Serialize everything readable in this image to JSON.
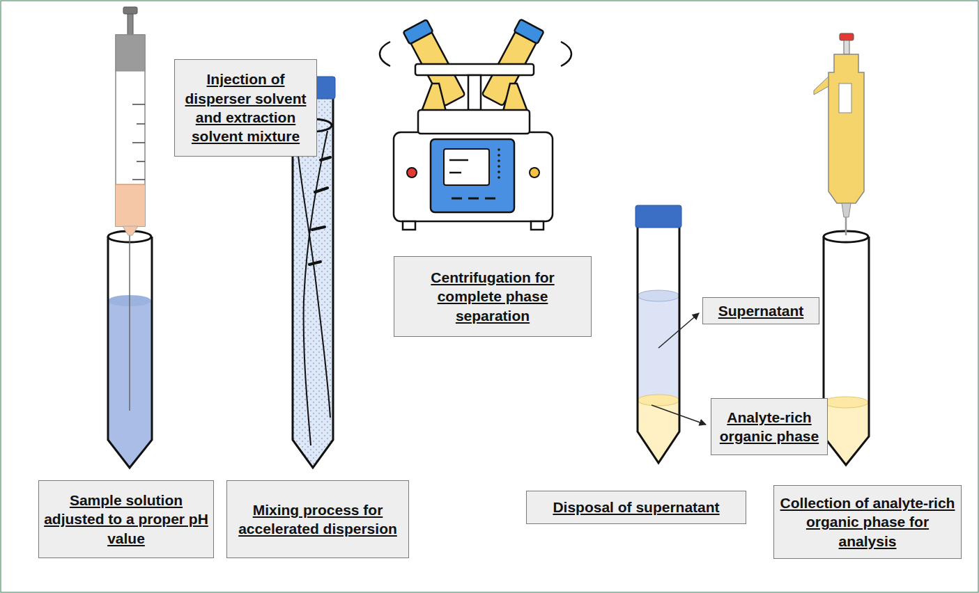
{
  "diagram": {
    "nodes": [
      {
        "text": [
          "Injection of disperser solvent and extraction solvent mixture"
        ]
      },
      {
        "text": [
          "Sample solution adjusted to a proper pH value"
        ]
      },
      {
        "text": [
          "Mixing process for accelerated dispersion"
        ]
      },
      {
        "text": [
          "Centrifugation for complete phase separation"
        ]
      },
      {
        "text": [
          "Supernatant"
        ]
      },
      {
        "text": [
          "Analyte-rich organic phase"
        ]
      },
      {
        "text": [
          "Disposal of supernatant"
        ]
      },
      {
        "text": [
          "Collection of analyte-rich organic phase for analysis"
        ]
      }
    ]
  }
}
